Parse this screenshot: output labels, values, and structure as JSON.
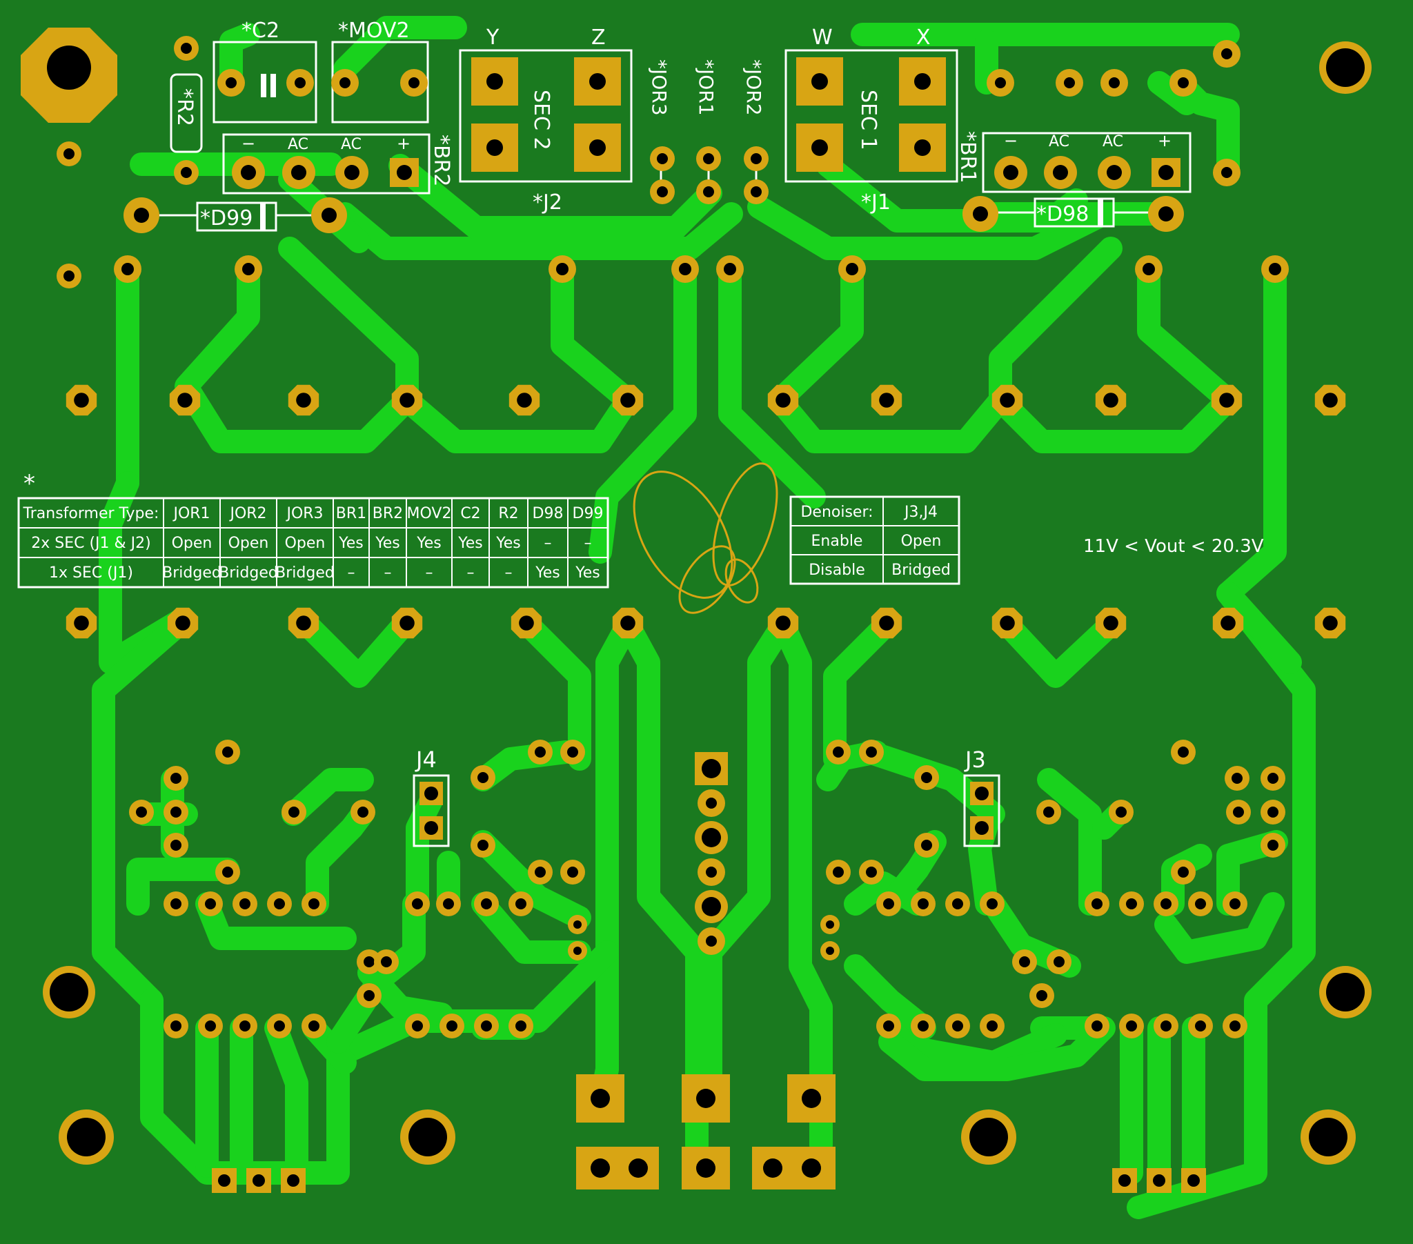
{
  "colors": {
    "board": "#1a7a1f",
    "trace": "#19d21d",
    "pad": "#d8a514",
    "hole": "#000000",
    "silkscreen": "#ffffff"
  },
  "labels": {
    "c2": "*C2",
    "mov2": "*MOV2",
    "r2": "*R2",
    "y": "Y",
    "z": "Z",
    "w": "W",
    "x": "X",
    "sec2": "SEC 2",
    "sec1": "SEC 1",
    "jor3": "*JOR3",
    "jor1": "*JOR1",
    "jor2": "*JOR2",
    "br2": "*BR2",
    "br1": "*BR1",
    "j2": "*J2",
    "j1": "*J1",
    "d99": "*D99",
    "d98": "*D98",
    "br_minus": "−",
    "br_ac": "AC",
    "br_plus": "+",
    "asterisk": "*",
    "j4": "J4",
    "j3": "J3",
    "vout": "11V < Vout < 20.3V"
  },
  "config_table": {
    "headers": [
      "Transformer Type:",
      "JOR1",
      "JOR2",
      "JOR3",
      "BR1",
      "BR2",
      "MOV2",
      "C2",
      "R2",
      "D98",
      "D99"
    ],
    "rows": [
      [
        "2x SEC (J1 & J2)",
        "Open",
        "Open",
        "Open",
        "Yes",
        "Yes",
        "Yes",
        "Yes",
        "Yes",
        "–",
        "–"
      ],
      [
        "1x SEC (J1)",
        "Bridged",
        "Bridged",
        "Bridged",
        "–",
        "–",
        "–",
        "–",
        "–",
        "Yes",
        "Yes"
      ]
    ]
  },
  "denoiser_table": {
    "headers": [
      "Denoiser:",
      "J3,J4"
    ],
    "rows": [
      [
        "Enable",
        "Open"
      ],
      [
        "Disable",
        "Bridged"
      ]
    ]
  }
}
